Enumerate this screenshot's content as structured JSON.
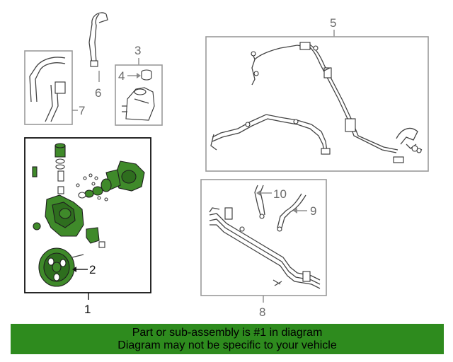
{
  "callouts": {
    "c1": "1",
    "c2": "2",
    "c3": "3",
    "c4": "4",
    "c5": "5",
    "c6": "6",
    "c7": "7",
    "c8": "8",
    "c9": "9",
    "c10": "10"
  },
  "banner": {
    "line1": "Part or sub-assembly is #1 in diagram",
    "line2": "Diagram may not be specific to your vehicle"
  },
  "colors": {
    "highlight_part": "#3f8a2a",
    "banner_background": "#2e8b1e",
    "box_outline_gray": "#9a9a9a",
    "box_outline_selected": "#111111"
  }
}
